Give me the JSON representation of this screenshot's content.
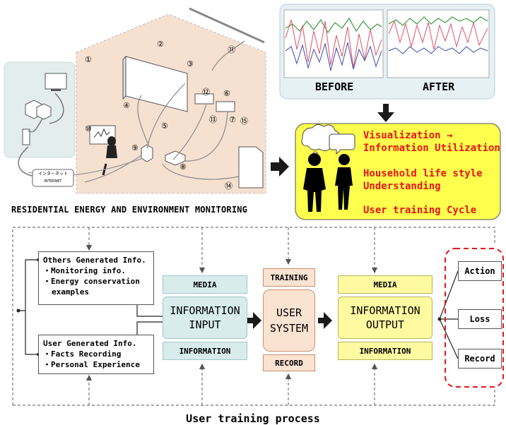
{
  "colors": {
    "house_fill": "#f6e0d0",
    "network_fill": "#e3eeec",
    "chart_panel": "#e6f1f4",
    "speech_panel": "#ffff4d",
    "teal": "#d8ecec",
    "peach": "#fbe3d2",
    "yellow": "#fdfaa0",
    "accent_red": "#e8141a",
    "arrow_dark": "#1a1a1a"
  },
  "house_labels": [
    "①",
    "②",
    "③",
    "④",
    "⑤",
    "⑥",
    "⑦",
    "⑧",
    "⑨",
    "⑩",
    "⑪",
    "⑫",
    "⑬",
    "⑭",
    "⑮"
  ],
  "internet": {
    "line1": "インターネット",
    "line2": "INTERNET"
  },
  "monitoring_caption": "RESIDENTIAL ENERGY AND ENVIRONMENT MONITORING",
  "comparison": {
    "before": "BEFORE",
    "after": "AFTER"
  },
  "results": {
    "line1": "Visualization →",
    "line2": "Information Utilization",
    "line3": "Household life style",
    "line4": "Understanding",
    "line5": "User training Cycle"
  },
  "others_info": {
    "title": "Others Generated Info.",
    "item1": "・Monitoring info.",
    "item2": "・Energy conservation",
    "item3": "examples"
  },
  "user_info": {
    "title": "User Generated Info.",
    "item1": "・Facts Recording",
    "item2": "・Personal Experience"
  },
  "input": {
    "media": "MEDIA",
    "title1": "INFORMATION",
    "title2": "INPUT",
    "information": "INFORMATION"
  },
  "system": {
    "training": "TRAINING",
    "title1": "USER",
    "title2": "SYSTEM",
    "record": "RECORD"
  },
  "output": {
    "media": "MEDIA",
    "title1": "INFORMATION",
    "title2": "OUTPUT",
    "information": "INFORMATION"
  },
  "outcomes": {
    "action": "Action",
    "loss": "Loss",
    "record": "Record"
  },
  "caption": "User training process"
}
